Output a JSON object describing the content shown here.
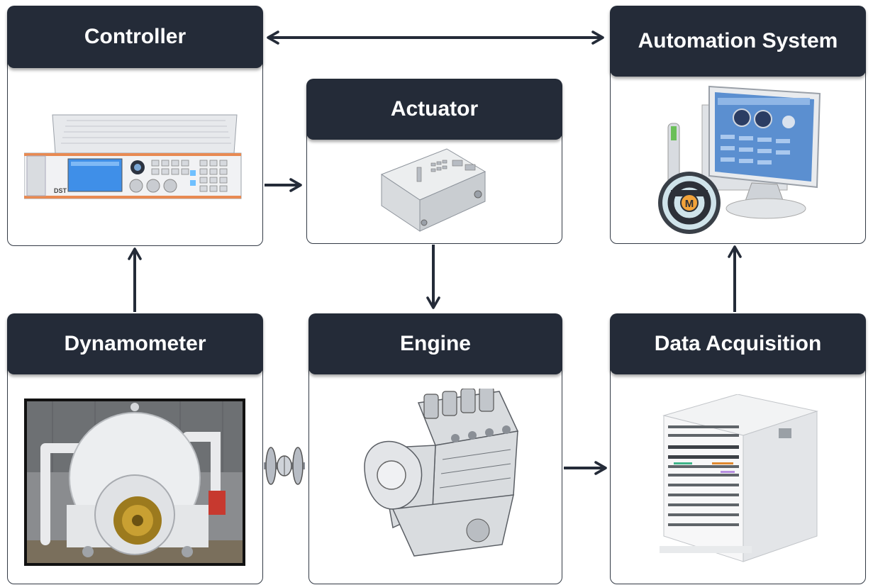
{
  "blocks": {
    "controller": {
      "title": "Controller",
      "device_label": "DST"
    },
    "actuator": {
      "title": "Actuator"
    },
    "automation": {
      "title": "Automation System",
      "logo_letter": "M"
    },
    "dynamometer": {
      "title": "Dynamometer"
    },
    "engine": {
      "title": "Engine"
    },
    "daq": {
      "title": "Data Acquisition"
    }
  },
  "connections": [
    {
      "from": "controller",
      "to": "automation system",
      "direction": "bidirectional"
    },
    {
      "from": "controller",
      "to": "actuator",
      "direction": "one-way"
    },
    {
      "from": "actuator",
      "to": "engine",
      "direction": "one-way"
    },
    {
      "from": "dynamometer",
      "to": "controller",
      "direction": "one-way"
    },
    {
      "from": "engine",
      "to": "data acquisition",
      "direction": "one-way"
    },
    {
      "from": "data acquisition",
      "to": "automation system",
      "direction": "one-way"
    },
    {
      "from": "engine",
      "to": "dynamometer",
      "direction": "shaft coupling"
    }
  ],
  "colors": {
    "header_bg": "#242b38",
    "header_text": "#ffffff",
    "arrow": "#242b38",
    "card_border": "#333a45"
  }
}
